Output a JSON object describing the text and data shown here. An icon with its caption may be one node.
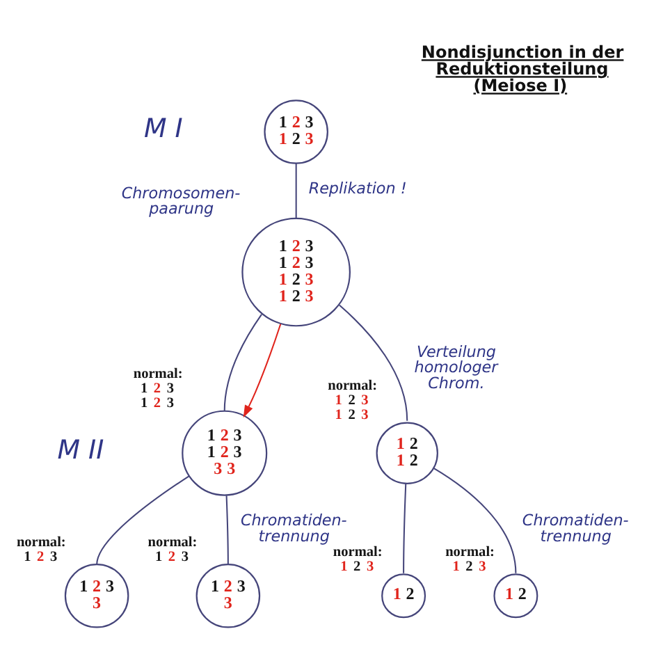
{
  "diagram": {
    "title": "Nondisjunction in der Reduktionsteilung (Meiose I)",
    "nodes": [
      {
        "text": [
          "1 2 3",
          "1 2 3"
        ]
      },
      {
        "text": [
          "1 2 3",
          "1 2 3",
          "1 2 3",
          "1 2 3"
        ],
        "beside": [
          "Chromosomen- paarung"
        ]
      },
      {
        "text": [
          "1 2 3",
          "1 2 3",
          "3 3"
        ],
        "beside": [
          "normal:",
          "1 2 3",
          "1 2 3"
        ]
      },
      {
        "text": [
          "1 2",
          "1 2"
        ],
        "beside": [
          "normal:",
          "1 2 3",
          "1 2 3"
        ]
      },
      {
        "text": [
          "1 2 3",
          "3"
        ],
        "beside": [
          "normal:",
          "1 2 3"
        ]
      },
      {
        "text": [
          "1 2 3",
          "3"
        ],
        "beside": [
          "normal:",
          "1 2 3"
        ]
      },
      {
        "text": [
          "1 2"
        ],
        "beside": [
          "normal:",
          "1 2 3"
        ]
      },
      {
        "text": [
          "1 2"
        ],
        "beside": [
          "normal:",
          "1 2 3"
        ]
      }
    ],
    "edges": [
      {
        "from": 0,
        "to": 1,
        "arrow": "none",
        "label": "Replikation !"
      },
      {
        "from": 1,
        "to": 2,
        "arrow": "none"
      },
      {
        "from": 1,
        "to": 3,
        "arrow": "none",
        "label": "Verteilung homologer Chrom."
      },
      {
        "from": 1,
        "to": 2,
        "arrow": "to",
        "color": "#e0241c"
      },
      {
        "from": 2,
        "to": 4,
        "arrow": "none"
      },
      {
        "from": 2,
        "to": 5,
        "arrow": "none",
        "label": "Chromatiden- trennung"
      },
      {
        "from": 3,
        "to": 6,
        "arrow": "none"
      },
      {
        "from": 3,
        "to": 7,
        "arrow": "none",
        "label": "Chromatiden- trennung"
      }
    ],
    "labels": [
      "M I",
      "M II"
    ]
  }
}
